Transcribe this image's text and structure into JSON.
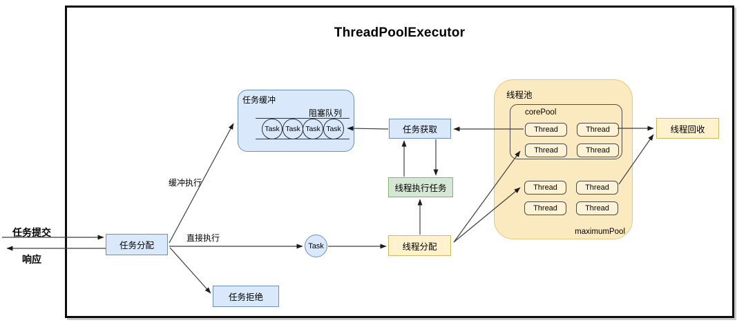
{
  "title": "ThreadPoolExecutor",
  "external_io": {
    "submit": "任务提交",
    "response": "响应"
  },
  "edge_labels": {
    "buffered": "缓冲执行",
    "direct": "直接执行"
  },
  "nodes": {
    "task_dispatch": "任务分配",
    "task_reject": "任务拒绝",
    "task_buffer": "任务缓冲",
    "blocking_queue": "阻塞队列",
    "queue_task": "Task",
    "direct_task": "Task",
    "task_fetch": "任务获取",
    "thread_execute": "线程执行任务",
    "thread_dispatch": "线程分配",
    "thread_recycle": "线程回收"
  },
  "pool": {
    "label": "线程池",
    "core_label": "corePool",
    "maximum_label": "maximumPool",
    "thread_label": "Thread",
    "core_thread_count": 4,
    "maximum_thread_count": 4
  },
  "queue": {
    "task_count": 4
  },
  "colors": {
    "blue_fill": "#dae8fc",
    "blue_border": "#6c8ebf",
    "green_fill": "#d5e8d4",
    "green_border": "#82b366",
    "yellow_fill": "#fff2cc",
    "yellow_border": "#d6b656",
    "pool_fill": "#fbeabf",
    "frame_border": "#0b0b0b"
  }
}
